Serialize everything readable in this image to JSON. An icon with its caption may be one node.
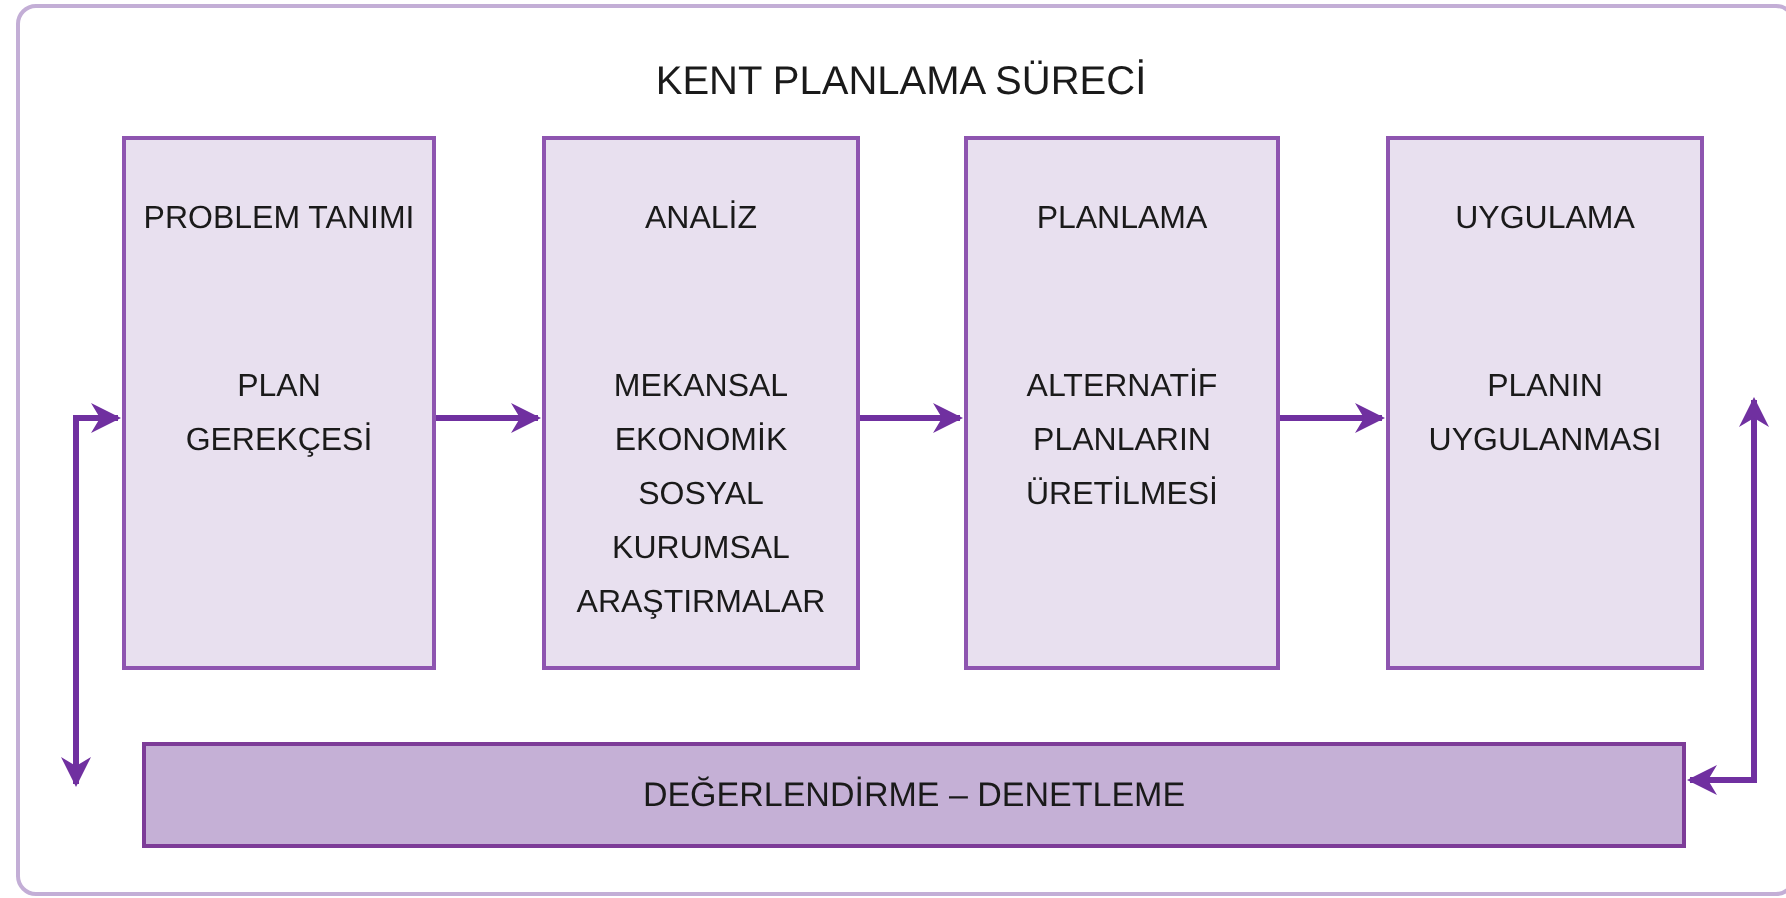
{
  "diagram": {
    "title": "KENT PLANLAMA SÜRECİ",
    "nodes": [
      {
        "text": [
          "PROBLEM TANIMI",
          "PLAN GEREKÇESİ"
        ]
      },
      {
        "text": [
          "ANALİZ",
          "MEKANSAL EKONOMİK SOSYAL KURUMSAL ARAŞTIRMALAR"
        ]
      },
      {
        "text": [
          "PLANLAMA",
          "ALTERNATİF PLANLARIN ÜRETİLMESİ"
        ]
      },
      {
        "text": [
          "UYGULAMA",
          "PLANIN UYGULANMASI"
        ]
      },
      {
        "text": [
          "DEĞERLENDİRME – DENETLEME"
        ]
      }
    ],
    "edges": [
      {
        "from": 0,
        "to": 1,
        "arrow": "to"
      },
      {
        "from": 1,
        "to": 2,
        "arrow": "to"
      },
      {
        "from": 2,
        "to": 3,
        "arrow": "to"
      },
      {
        "from": 4,
        "to": 0,
        "arrow": "both"
      },
      {
        "from": 4,
        "to": 3,
        "arrow": "both"
      }
    ]
  }
}
